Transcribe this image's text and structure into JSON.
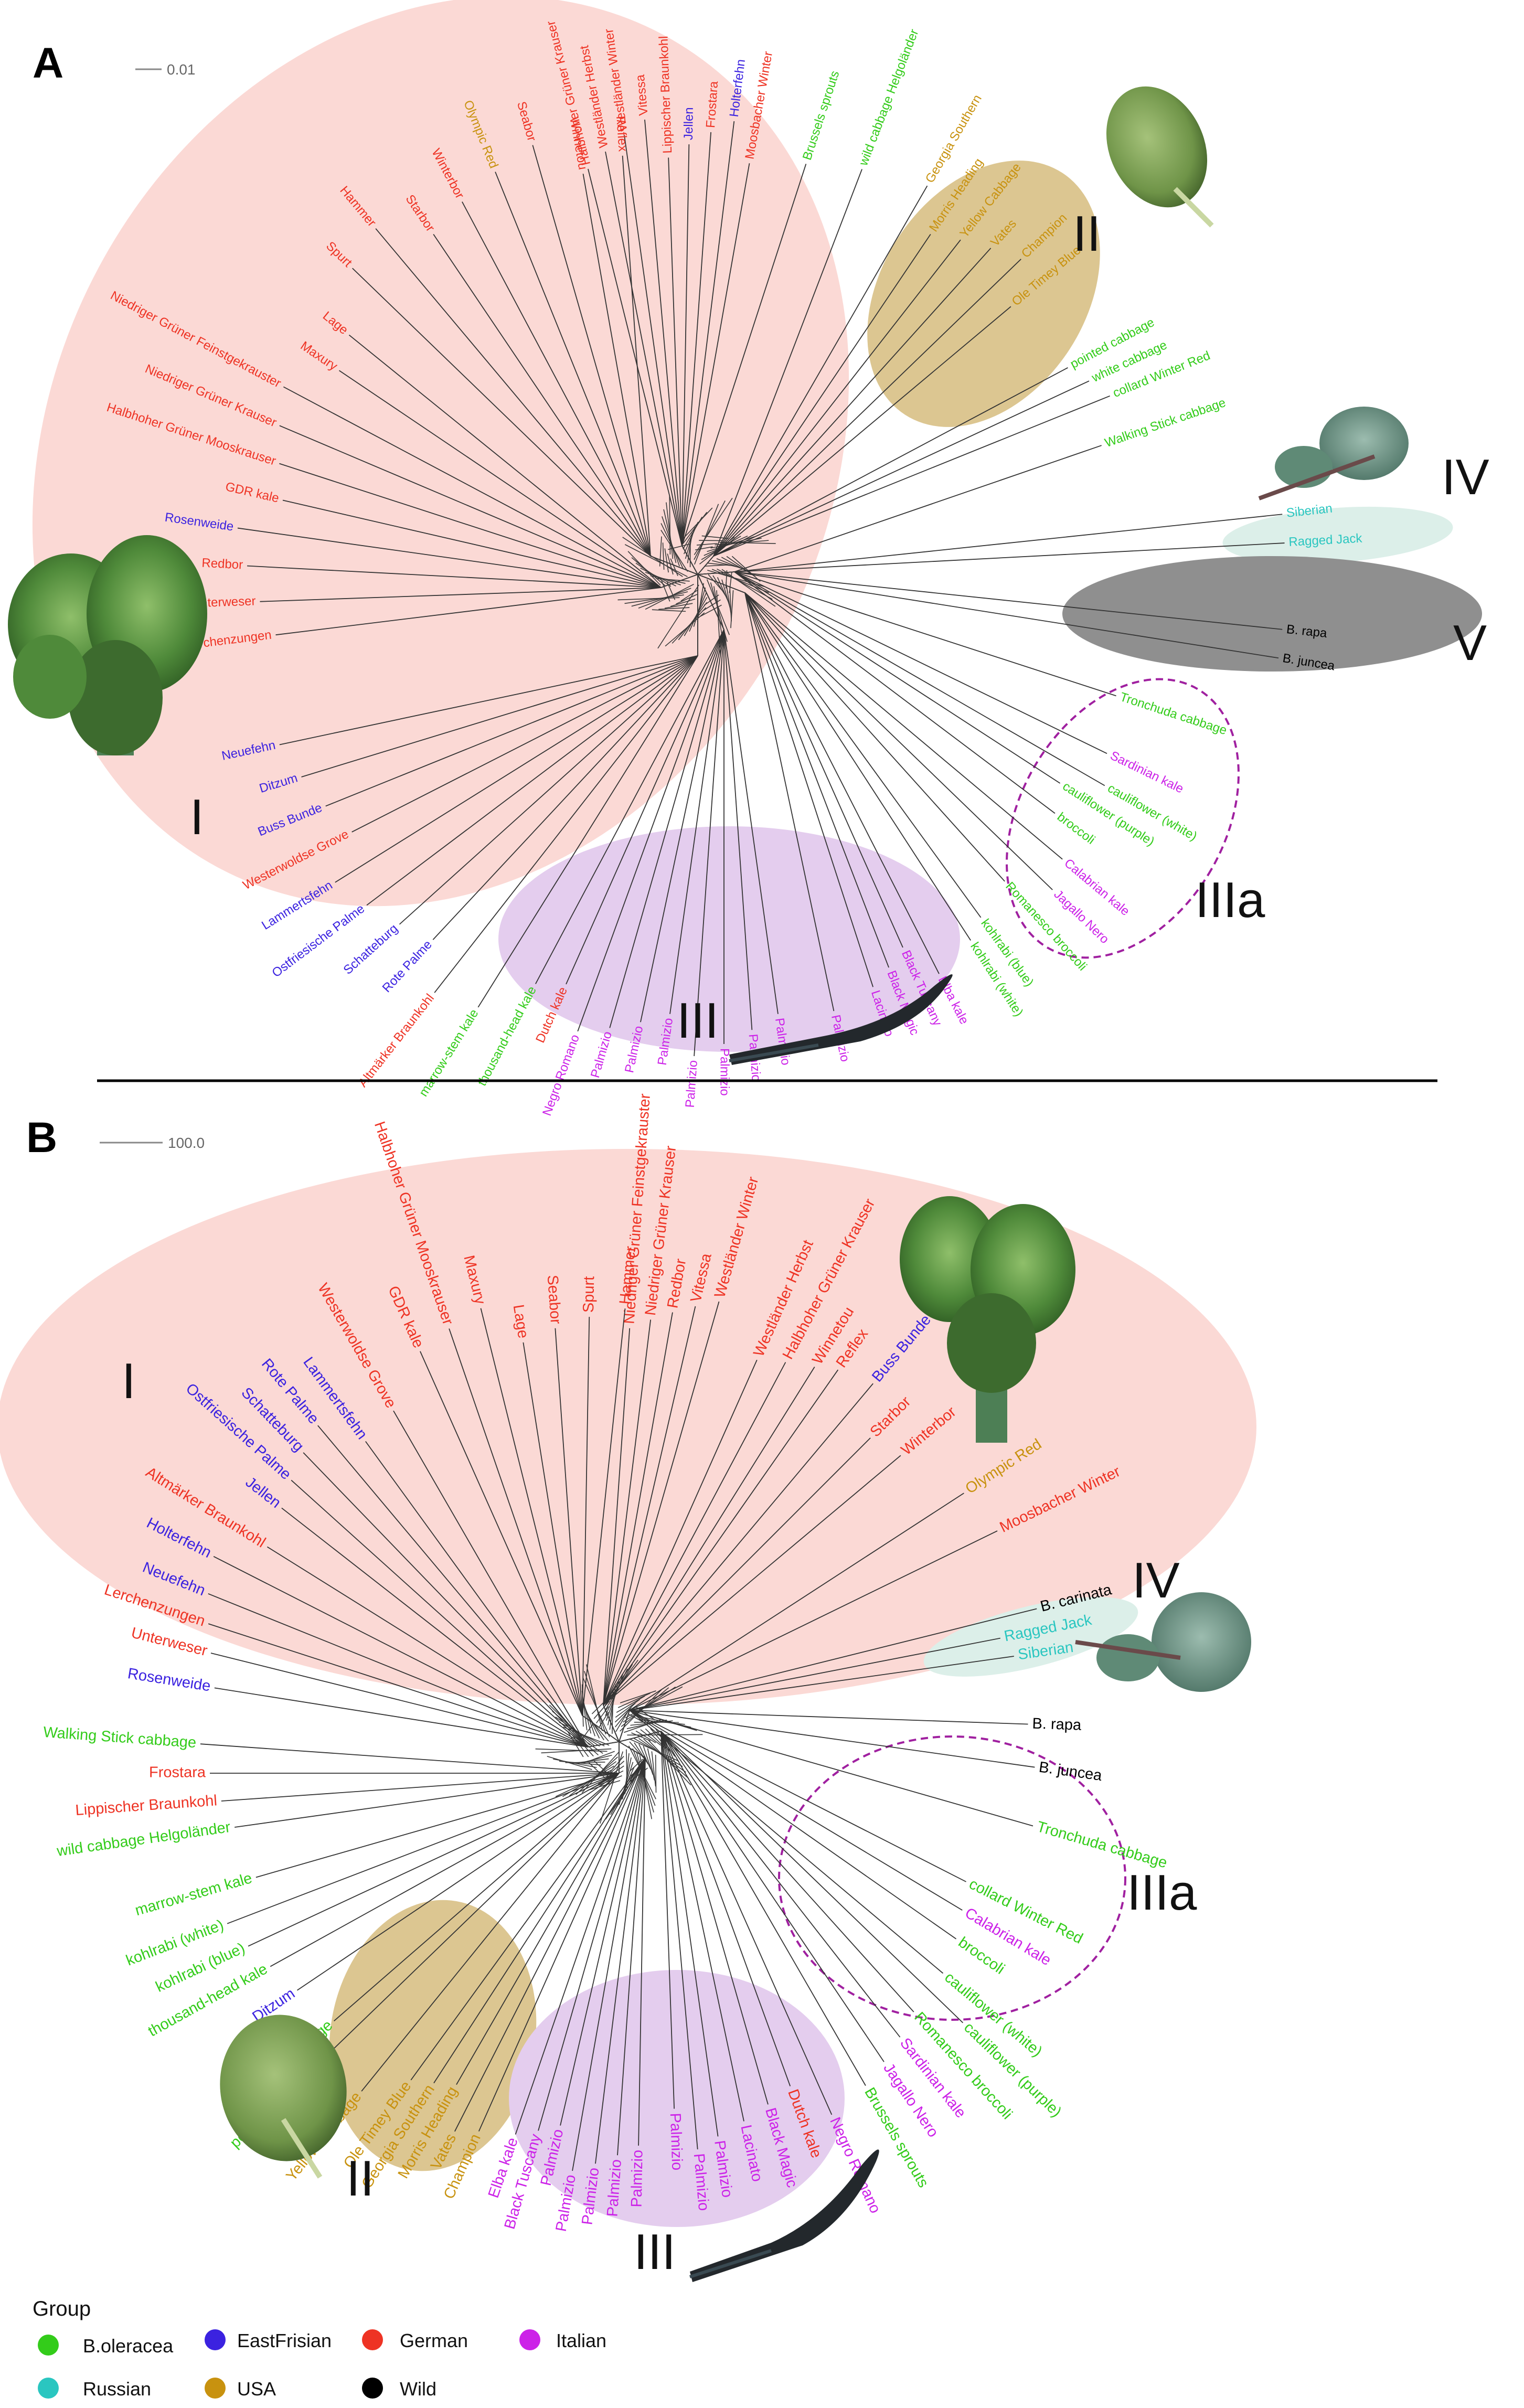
{
  "colors": {
    "B.oleracea": "#33cc1a",
    "EastFrisian": "#3b22e0",
    "German": "#ee3324",
    "Italian": "#cc22e8",
    "Russian": "#2ac6c0",
    "USA": "#c8920f",
    "Wild": "#000000"
  },
  "panel_a": {
    "letter": "A",
    "scale": "0.01",
    "clusters": [
      {
        "name": "I",
        "fill": "#fbd9d5"
      },
      {
        "name": "II",
        "fill": "#dcc691"
      },
      {
        "name": "III",
        "fill": "#e4cdee"
      },
      {
        "name": "IIIa",
        "fill": "none"
      },
      {
        "name": "IV",
        "fill": "#dcefe9"
      },
      {
        "name": "V",
        "fill": "#8f8f8f"
      }
    ],
    "leaves": [
      {
        "label": "Halbhoher Grüner Krauser",
        "group": "German"
      },
      {
        "label": "Westländer Herbst",
        "group": "German"
      },
      {
        "label": "Westländer Winter",
        "group": "German"
      },
      {
        "label": "Vitessa",
        "group": "German"
      },
      {
        "label": "Lippischer Braunkohl",
        "group": "German"
      },
      {
        "label": "Jellen",
        "group": "EastFrisian"
      },
      {
        "label": "Frostara",
        "group": "German"
      },
      {
        "label": "Holterfehn",
        "group": "EastFrisian"
      },
      {
        "label": "Moosbacher Winter",
        "group": "German"
      },
      {
        "label": "Brussels sprouts",
        "group": "B.oleracea"
      },
      {
        "label": "wild cabbage Helgoländer",
        "group": "B.oleracea"
      },
      {
        "label": "Georgia Southern",
        "group": "USA"
      },
      {
        "label": "Morris Heading",
        "group": "USA"
      },
      {
        "label": "Yellow Cabbage",
        "group": "USA"
      },
      {
        "label": "Vates",
        "group": "USA"
      },
      {
        "label": "Champion",
        "group": "USA"
      },
      {
        "label": "Ole Timey Blue",
        "group": "USA"
      },
      {
        "label": "pointed cabbage",
        "group": "B.oleracea"
      },
      {
        "label": "white cabbage",
        "group": "B.oleracea"
      },
      {
        "label": "collard Winter Red",
        "group": "B.oleracea"
      },
      {
        "label": "Walking Stick cabbage",
        "group": "B.oleracea"
      },
      {
        "label": "Siberian",
        "group": "Russian"
      },
      {
        "label": "Ragged Jack",
        "group": "Russian"
      },
      {
        "label": "B. rapa",
        "group": "Wild"
      },
      {
        "label": "B. juncea",
        "group": "Wild"
      },
      {
        "label": "Tronchuda cabbage",
        "group": "B.oleracea"
      },
      {
        "label": "Sardinian kale",
        "group": "Italian"
      },
      {
        "label": "cauliflower (white)",
        "group": "B.oleracea"
      },
      {
        "label": "cauliflower (purple)",
        "group": "B.oleracea"
      },
      {
        "label": "broccoli",
        "group": "B.oleracea"
      },
      {
        "label": "Calabrian kale",
        "group": "Italian"
      },
      {
        "label": "Jagallo Nero",
        "group": "Italian"
      },
      {
        "label": "Romanesco broccoli",
        "group": "B.oleracea"
      },
      {
        "label": "kohlrabi (blue)",
        "group": "B.oleracea"
      },
      {
        "label": "kohlrabi (white)",
        "group": "B.oleracea"
      },
      {
        "label": "Elba kale",
        "group": "Italian"
      },
      {
        "label": "Black Tuscany",
        "group": "Italian"
      },
      {
        "label": "Black Magic",
        "group": "Italian"
      },
      {
        "label": "Lacinato",
        "group": "Italian"
      },
      {
        "label": "Palmizio",
        "group": "Italian"
      },
      {
        "label": "Palmizio",
        "group": "Italian"
      },
      {
        "label": "Palmizio",
        "group": "Italian"
      },
      {
        "label": "Palmizio",
        "group": "Italian"
      },
      {
        "label": "Palmizio",
        "group": "Italian"
      },
      {
        "label": "Palmizio",
        "group": "Italian"
      },
      {
        "label": "Palmizio",
        "group": "Italian"
      },
      {
        "label": "Palmizio",
        "group": "Italian"
      },
      {
        "label": "Negro Romano",
        "group": "Italian"
      },
      {
        "label": "Dutch kale",
        "group": "German"
      },
      {
        "label": "thousand-head kale",
        "group": "B.oleracea"
      },
      {
        "label": "marrow-stem kale",
        "group": "B.oleracea"
      },
      {
        "label": "Altmärker Braunkohl",
        "group": "German"
      },
      {
        "label": "Rote Palme",
        "group": "EastFrisian"
      },
      {
        "label": "Schatteburg",
        "group": "EastFrisian"
      },
      {
        "label": "Ostfriesische Palme",
        "group": "EastFrisian"
      },
      {
        "label": "Lammertsfehn",
        "group": "EastFrisian"
      },
      {
        "label": "Westerwoldse Grove",
        "group": "German"
      },
      {
        "label": "Buss Bunde",
        "group": "EastFrisian"
      },
      {
        "label": "Ditzum",
        "group": "EastFrisian"
      },
      {
        "label": "Neuefehn",
        "group": "EastFrisian"
      },
      {
        "label": "Lerchenzungen",
        "group": "German"
      },
      {
        "label": "Unterweser",
        "group": "German"
      },
      {
        "label": "Redbor",
        "group": "German"
      },
      {
        "label": "Rosenweide",
        "group": "EastFrisian"
      },
      {
        "label": "GDR kale",
        "group": "German"
      },
      {
        "label": "Halbhoher Grüner Mooskrauser",
        "group": "German"
      },
      {
        "label": "Niedriger Grüner Krauser",
        "group": "German"
      },
      {
        "label": "Niedriger Grüner Feinstgekrauster",
        "group": "German"
      },
      {
        "label": "Maxury",
        "group": "German"
      },
      {
        "label": "Lage",
        "group": "German"
      },
      {
        "label": "Spurt",
        "group": "German"
      },
      {
        "label": "Hammer",
        "group": "German"
      },
      {
        "label": "Starbor",
        "group": "German"
      },
      {
        "label": "Winterbor",
        "group": "German"
      },
      {
        "label": "Olympic Red",
        "group": "USA"
      },
      {
        "label": "Seabor",
        "group": "German"
      },
      {
        "label": "Winnetou",
        "group": "German"
      },
      {
        "label": "Reflex",
        "group": "German"
      }
    ]
  },
  "panel_b": {
    "letter": "B",
    "scale": "100.0",
    "clusters": [
      {
        "name": "I",
        "fill": "#fbd9d5"
      },
      {
        "name": "II",
        "fill": "#dcc691"
      },
      {
        "name": "III",
        "fill": "#e4cdee"
      },
      {
        "name": "IIIa",
        "fill": "none"
      },
      {
        "name": "IV",
        "fill": "#dcefe9"
      }
    ],
    "leaves": [
      {
        "label": "Niedriger Grüner Feinstgekrauster",
        "group": "German"
      },
      {
        "label": "Niedriger Grüner Krauser",
        "group": "German"
      },
      {
        "label": "Redbor",
        "group": "German"
      },
      {
        "label": "Vitessa",
        "group": "German"
      },
      {
        "label": "Westländer Winter",
        "group": "German"
      },
      {
        "label": "Westländer Herbst",
        "group": "German"
      },
      {
        "label": "Halbhoher Grüner Krauser",
        "group": "German"
      },
      {
        "label": "Winnetou",
        "group": "German"
      },
      {
        "label": "Reflex",
        "group": "German"
      },
      {
        "label": "Buss Bunde",
        "group": "EastFrisian"
      },
      {
        "label": "Starbor",
        "group": "German"
      },
      {
        "label": "Winterbor",
        "group": "German"
      },
      {
        "label": "Olympic Red",
        "group": "USA"
      },
      {
        "label": "Moosbacher Winter",
        "group": "German"
      },
      {
        "label": "B. carinata",
        "group": "Wild"
      },
      {
        "label": "Ragged Jack",
        "group": "Russian"
      },
      {
        "label": "Siberian",
        "group": "Russian"
      },
      {
        "label": "B. rapa",
        "group": "Wild"
      },
      {
        "label": "B. juncea",
        "group": "Wild"
      },
      {
        "label": "Tronchuda cabbage",
        "group": "B.oleracea"
      },
      {
        "label": "collard Winter Red",
        "group": "B.oleracea"
      },
      {
        "label": "Calabrian kale",
        "group": "Italian"
      },
      {
        "label": "broccoli",
        "group": "B.oleracea"
      },
      {
        "label": "cauliflower (white)",
        "group": "B.oleracea"
      },
      {
        "label": "cauliflower (purple)",
        "group": "B.oleracea"
      },
      {
        "label": "Romanesco broccoli",
        "group": "B.oleracea"
      },
      {
        "label": "Sardinian kale",
        "group": "Italian"
      },
      {
        "label": "Jagallo Nero",
        "group": "Italian"
      },
      {
        "label": "Brussels sprouts",
        "group": "B.oleracea"
      },
      {
        "label": "Negro Romano",
        "group": "Italian"
      },
      {
        "label": "Dutch kale",
        "group": "German"
      },
      {
        "label": "Black Magic",
        "group": "Italian"
      },
      {
        "label": "Lacinato",
        "group": "Italian"
      },
      {
        "label": "Palmizio",
        "group": "Italian"
      },
      {
        "label": "Palmizio",
        "group": "Italian"
      },
      {
        "label": "Palmizio",
        "group": "Italian"
      },
      {
        "label": "Palmizio",
        "group": "Italian"
      },
      {
        "label": "Palmizio",
        "group": "Italian"
      },
      {
        "label": "Palmizio",
        "group": "Italian"
      },
      {
        "label": "Palmizio",
        "group": "Italian"
      },
      {
        "label": "Palmizio",
        "group": "Italian"
      },
      {
        "label": "Black Tuscany",
        "group": "Italian"
      },
      {
        "label": "Elba kale",
        "group": "Italian"
      },
      {
        "label": "Champion",
        "group": "USA"
      },
      {
        "label": "Vates",
        "group": "USA"
      },
      {
        "label": "Morris Heading",
        "group": "USA"
      },
      {
        "label": "Georgia Southern",
        "group": "USA"
      },
      {
        "label": "Ole Timey Blue",
        "group": "USA"
      },
      {
        "label": "Yellow Cabbage",
        "group": "USA"
      },
      {
        "label": "pointed cabbage",
        "group": "B.oleracea"
      },
      {
        "label": "white cabbage",
        "group": "B.oleracea"
      },
      {
        "label": "Ditzum",
        "group": "EastFrisian"
      },
      {
        "label": "thousand-head kale",
        "group": "B.oleracea"
      },
      {
        "label": "kohlrabi (blue)",
        "group": "B.oleracea"
      },
      {
        "label": "kohlrabi (white)",
        "group": "B.oleracea"
      },
      {
        "label": "marrow-stem kale",
        "group": "B.oleracea"
      },
      {
        "label": "wild cabbage Helgoländer",
        "group": "B.oleracea"
      },
      {
        "label": "Lippischer Braunkohl",
        "group": "German"
      },
      {
        "label": "Frostara",
        "group": "German"
      },
      {
        "label": "Walking Stick cabbage",
        "group": "B.oleracea"
      },
      {
        "label": "Rosenweide",
        "group": "EastFrisian"
      },
      {
        "label": "Unterweser",
        "group": "German"
      },
      {
        "label": "Lerchenzungen",
        "group": "German"
      },
      {
        "label": "Neuefehn",
        "group": "EastFrisian"
      },
      {
        "label": "Holterfehn",
        "group": "EastFrisian"
      },
      {
        "label": "Altmärker Braunkohl",
        "group": "German"
      },
      {
        "label": "Jellen",
        "group": "EastFrisian"
      },
      {
        "label": "Ostfriesische Palme",
        "group": "EastFrisian"
      },
      {
        "label": "Schatteburg",
        "group": "EastFrisian"
      },
      {
        "label": "Rote Palme",
        "group": "EastFrisian"
      },
      {
        "label": "Lammertsfehn",
        "group": "EastFrisian"
      },
      {
        "label": "Westerwoldse Grove",
        "group": "German"
      },
      {
        "label": "GDR kale",
        "group": "German"
      },
      {
        "label": "Halbhoher Grüner Mooskrauser",
        "group": "German"
      },
      {
        "label": "Maxury",
        "group": "German"
      },
      {
        "label": "Lage",
        "group": "German"
      },
      {
        "label": "Seabor",
        "group": "German"
      },
      {
        "label": "Spurt",
        "group": "German"
      },
      {
        "label": "Hammer",
        "group": "German"
      }
    ]
  },
  "legend": {
    "title": "Group",
    "items": [
      {
        "label": "B.oleracea",
        "color": "#33cc1a"
      },
      {
        "label": "EastFrisian",
        "color": "#3b22e0"
      },
      {
        "label": "German",
        "color": "#ee3324"
      },
      {
        "label": "Italian",
        "color": "#cc22e8"
      },
      {
        "label": "Russian",
        "color": "#2ac6c0"
      },
      {
        "label": "USA",
        "color": "#c8920f"
      },
      {
        "label": "Wild",
        "color": "#000000"
      }
    ]
  }
}
